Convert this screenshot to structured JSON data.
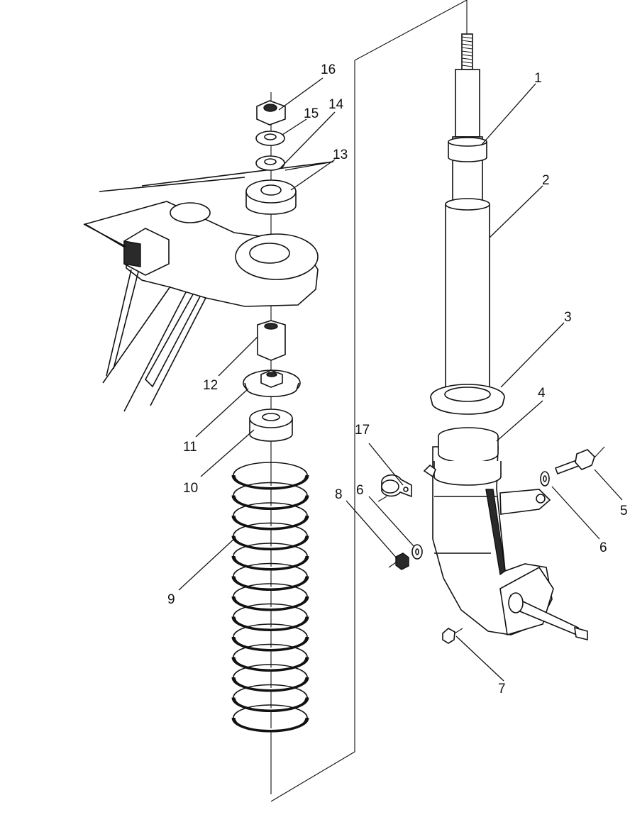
{
  "diagram": {
    "callouts": [
      {
        "id": "1",
        "text": "1"
      },
      {
        "id": "2",
        "text": "2"
      },
      {
        "id": "3",
        "text": "3"
      },
      {
        "id": "4",
        "text": "4"
      },
      {
        "id": "5",
        "text": "5"
      },
      {
        "id": "6a",
        "text": "6"
      },
      {
        "id": "6b",
        "text": "6"
      },
      {
        "id": "7",
        "text": "7"
      },
      {
        "id": "8",
        "text": "8"
      },
      {
        "id": "9",
        "text": "9"
      },
      {
        "id": "10",
        "text": "10"
      },
      {
        "id": "11",
        "text": "11"
      },
      {
        "id": "12",
        "text": "12"
      },
      {
        "id": "13",
        "text": "13"
      },
      {
        "id": "14",
        "text": "14"
      },
      {
        "id": "15",
        "text": "15"
      },
      {
        "id": "16",
        "text": "16"
      },
      {
        "id": "17",
        "text": "17"
      }
    ]
  }
}
